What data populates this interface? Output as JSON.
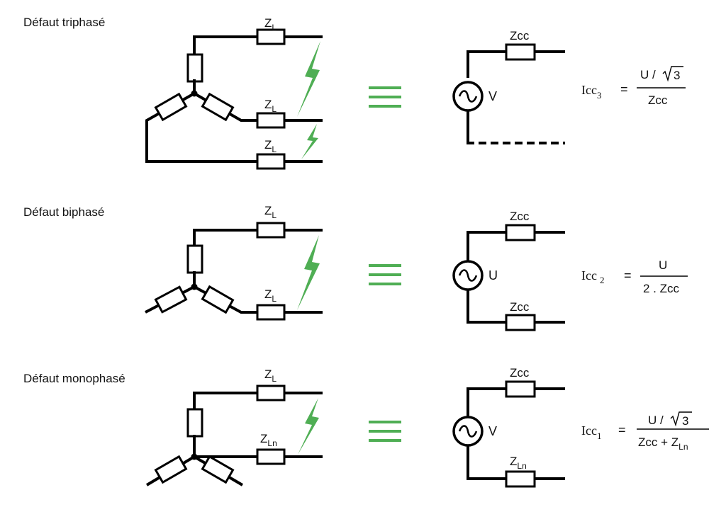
{
  "colors": {
    "bolt": "#4fae54",
    "equivalence": "#4fae54",
    "lines": "#000000"
  },
  "icons": {
    "fault": "lightning-bolt-icon",
    "equivalence": "identical-to-icon",
    "source": "ac-voltage-source-icon"
  },
  "panels": [
    {
      "title": "Défaut triphasé",
      "line_labels": [
        {
          "main": "Z",
          "sub": "L"
        },
        {
          "main": "Z",
          "sub": "L"
        },
        {
          "main": "Z",
          "sub": "L"
        }
      ],
      "equivalent": {
        "top_impedance": {
          "main": "Zcc",
          "sub": ""
        },
        "source": "V",
        "return": "dashed"
      },
      "formula": {
        "lhs": "Icc",
        "lhs_sub": "3",
        "op": "=",
        "num_text": "U /",
        "num_root": "3",
        "den_text": "Zcc",
        "den_sub": ""
      }
    },
    {
      "title": "Défaut biphasé",
      "line_labels": [
        {
          "main": "Z",
          "sub": "L"
        },
        {
          "main": "Z",
          "sub": "L"
        }
      ],
      "equivalent": {
        "top_impedance": {
          "main": "Zcc",
          "sub": ""
        },
        "source": "U",
        "bottom_impedance": {
          "main": "Zcc",
          "sub": ""
        }
      },
      "formula": {
        "lhs": "Icc",
        "lhs_sub": "2",
        "op": "=",
        "num_text": "U",
        "num_root": "",
        "den_text": "2 . Zcc",
        "den_sub": ""
      }
    },
    {
      "title": "Défaut monophasé",
      "line_labels": [
        {
          "main": "Z",
          "sub": "L"
        },
        {
          "main": "Z",
          "sub": "Ln"
        }
      ],
      "equivalent": {
        "top_impedance": {
          "main": "Zcc",
          "sub": ""
        },
        "source": "V",
        "bottom_impedance": {
          "main": "Z",
          "sub": "Ln"
        }
      },
      "formula": {
        "lhs": "Icc",
        "lhs_sub": "1",
        "op": "=",
        "num_text": "U /",
        "num_root": "3",
        "den_text": "Zcc + Z",
        "den_sub": "Ln"
      }
    }
  ]
}
